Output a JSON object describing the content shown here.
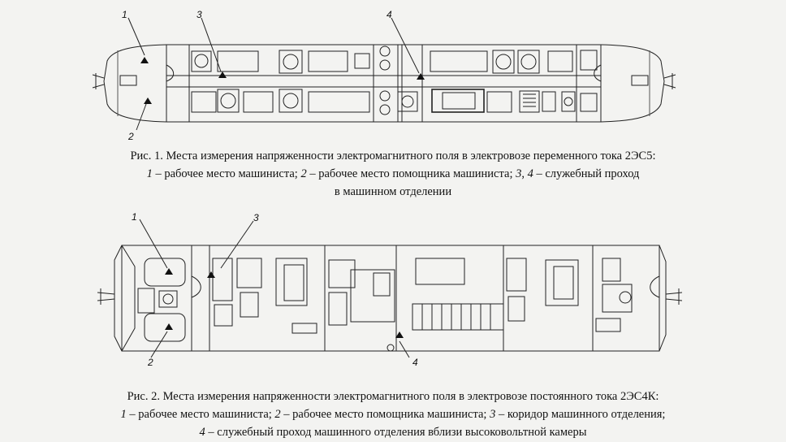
{
  "figure1": {
    "markers": [
      "1",
      "2",
      "3",
      "4"
    ],
    "caption": {
      "line1": "Рис. 1. Места измерения напряженности электромагнитного поля в электровозе переменного тока 2ЭС5:",
      "line2": [
        {
          "n": "1",
          "t": " – рабочее место машиниста; "
        },
        {
          "n": "2",
          "t": " – рабочее место помощника машиниста; "
        },
        {
          "n": "3",
          "t": ", "
        },
        {
          "n": "4",
          "t": " – служебный проход"
        }
      ],
      "line3": "в машинном отделении"
    }
  },
  "figure2": {
    "markers": [
      "1",
      "2",
      "3",
      "4"
    ],
    "caption": {
      "line1": "Рис. 2.  Места измерения напряженности электромагнитного поля в электровозе постоянного тока 2ЭС4К:",
      "line2": [
        {
          "n": "1",
          "t": " – рабочее место машиниста; "
        },
        {
          "n": "2",
          "t": " – рабочее место помощника машиниста; "
        },
        {
          "n": "3",
          "t": " – коридор машинного отделения;"
        }
      ],
      "line3": [
        {
          "n": "4",
          "t": " – служебный проход машинного отделения вблизи высоковольтной камеры"
        }
      ]
    }
  }
}
